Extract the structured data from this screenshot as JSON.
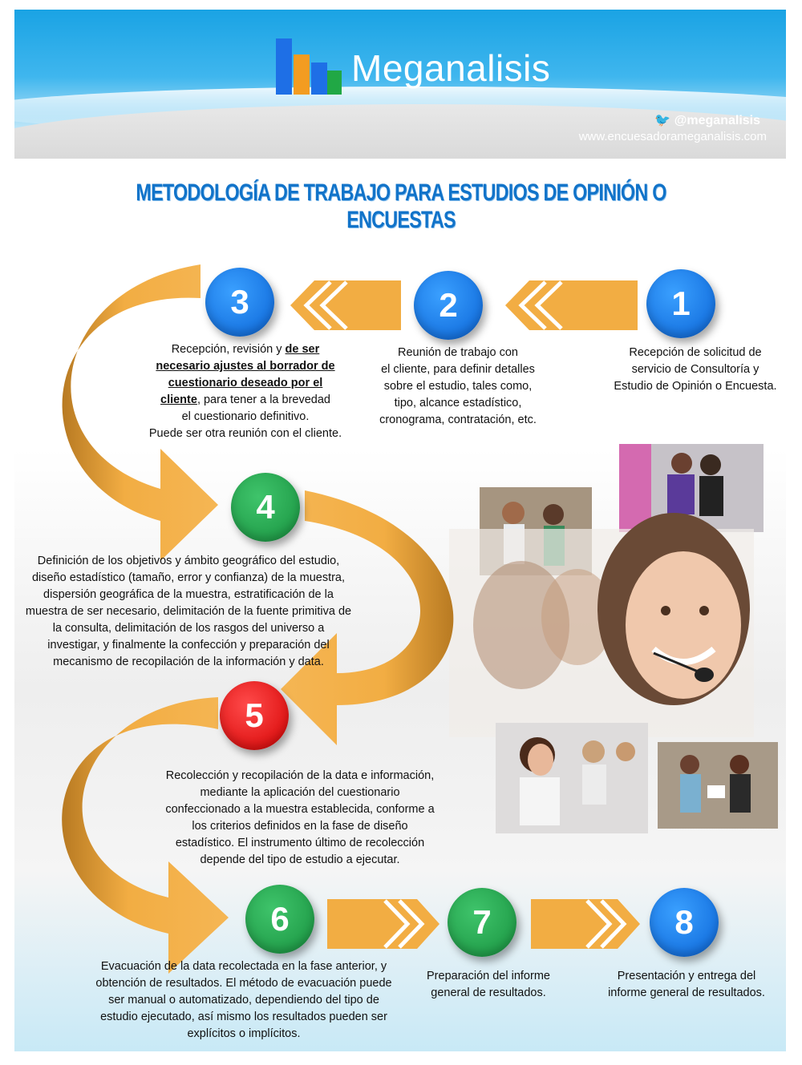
{
  "brand": {
    "name": "Meganalisis",
    "twitter": "@meganalisis",
    "website": "www.encuesadorameganalisis.com"
  },
  "title": "METODOLOGÍA DE TRABAJO PARA ESTUDIOS DE OPINIÓN O ENCUESTAS",
  "steps": [
    {
      "number": "1",
      "color": "blue",
      "text": [
        "Recepción de solicitud de",
        "servicio de Consultoría y",
        "Estudio de Opinión o Encuesta."
      ]
    },
    {
      "number": "2",
      "color": "blue",
      "text": [
        "Reunión de trabajo con",
        "el cliente, para definir detalles",
        "sobre el estudio, tales como,",
        "tipo, alcance estadístico,",
        "cronograma, contratación, etc."
      ]
    },
    {
      "number": "3",
      "color": "blue",
      "text_parts": {
        "a": "Recepción, revisión y ",
        "b": "de ser",
        "c": "necesario ajustes al borrador de",
        "d": "cuestionario deseado por el",
        "e": "cliente",
        "f": ", para  tener a la brevedad",
        "g": "el cuestionario definitivo.",
        "h": "Puede ser otra reunión con el cliente."
      }
    },
    {
      "number": "4",
      "color": "green",
      "text": [
        "Definición de los objetivos y ámbito geográfico del estudio,",
        "diseño estadístico (tamaño, error y confianza) de la muestra,",
        "dispersión geográfica de la muestra, estratificación de la",
        "muestra de ser necesario, delimitación de la fuente primitiva de",
        "la consulta, delimitación de los rasgos del universo a",
        "investigar, y finalmente la  confección y preparación del",
        "mecanismo de recopilación de la información y data."
      ]
    },
    {
      "number": "5",
      "color": "red",
      "text": [
        "Recolección y recopilación de la data e información,",
        "mediante la aplicación del cuestionario",
        "confeccionado a la muestra establecida, conforme a",
        "los criterios definidos en la fase de diseño",
        "estadístico. El instrumento último de recolección",
        "depende del tipo de estudio a ejecutar."
      ]
    },
    {
      "number": "6",
      "color": "green",
      "text": [
        "Evacuación de la data recolectada en la fase anterior, y",
        "obtención de resultados. El método de evacuación puede",
        "ser manual o automatizado, dependiendo del tipo de",
        "estudio ejecutado, así mismo los resultados pueden ser",
        "explícitos o implícitos."
      ]
    },
    {
      "number": "7",
      "color": "green",
      "text": [
        "Preparación del informe",
        "general de resultados."
      ]
    },
    {
      "number": "8",
      "color": "blue",
      "text": [
        "Presentación y entrega del",
        "informe general de resultados."
      ]
    }
  ],
  "colors": {
    "arrow": "#f2ad43",
    "arrow_dark": "#c68a2a",
    "title": "#1173c9"
  }
}
